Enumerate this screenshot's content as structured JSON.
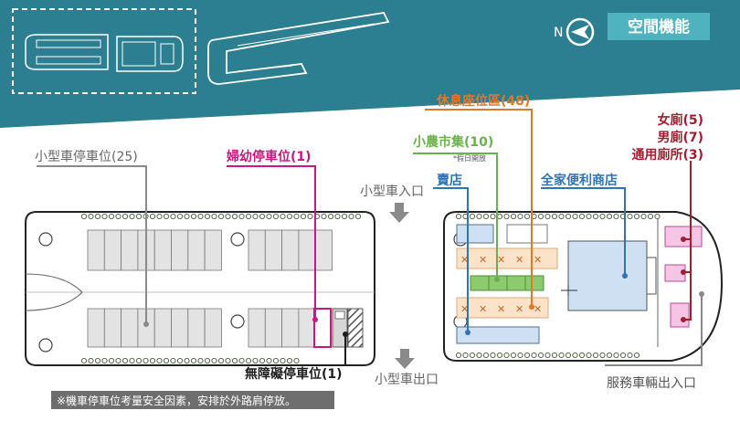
{
  "header": {
    "section_title": "空間機能",
    "compass_letter": "N",
    "banner_color": "#2c7f90",
    "title_box_color": "#4fb3bf"
  },
  "labels": {
    "small_car_parking": "小型車停車位(25)",
    "family_parking": "婦幼停車位(1)",
    "accessible_parking": "無障礙停車位(1)",
    "car_entrance": "小型車入口",
    "car_exit": "小型車出口",
    "rest_seating": "休息座位區(48)",
    "farmers_market": "小農市集(10)",
    "farmers_market_note": "*假日開放",
    "shop": "賣店",
    "familymart": "全家便利商店",
    "womens_restroom": "女廁(5)",
    "mens_restroom": "男廁(7)",
    "universal_restroom": "通用廁所(3)",
    "service_vehicle": "服務車輛出入口",
    "motorcycle_note": "※機車停車位考量安全因素，安排於外路肩停放。"
  },
  "colors": {
    "grey_line": "#8a8a8a",
    "family_magenta": "#c8177f",
    "black_line": "#1e1e1e",
    "orange": "#e0782a",
    "green": "#6ab04c",
    "blue": "#2f75b5",
    "dark_red": "#a51c30",
    "parking_fill": "#e3e3e3",
    "store_fill": "#cfe0f3",
    "seat_fill": "#fbe3c9"
  }
}
